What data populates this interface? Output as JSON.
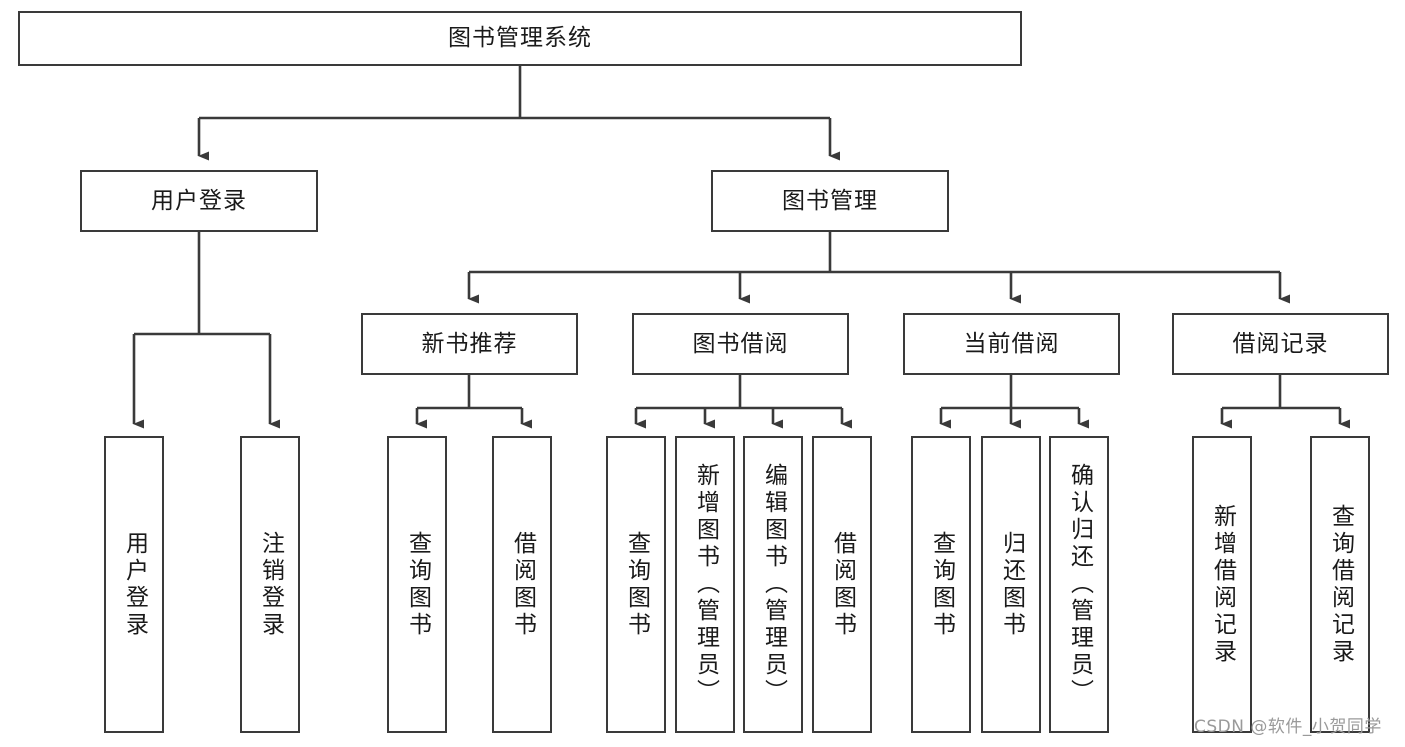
{
  "diagram": {
    "title": "图书管理系统",
    "type": "tree-hierarchy-chart",
    "root": {
      "label": "图书管理系统"
    },
    "level2": [
      {
        "label": "用户登录"
      },
      {
        "label": "图书管理"
      }
    ],
    "level3": [
      {
        "label": "新书推荐"
      },
      {
        "label": "图书借阅"
      },
      {
        "label": "当前借阅"
      },
      {
        "label": "借阅记录"
      }
    ],
    "leaves": {
      "user_login": [
        {
          "label": "用户登录"
        },
        {
          "label": "注销登录"
        }
      ],
      "new_book_recommend": [
        {
          "label": "查询图书"
        },
        {
          "label": "借阅图书"
        }
      ],
      "book_borrow": [
        {
          "label": "查询图书"
        },
        {
          "label": "新增图书（管理员）"
        },
        {
          "label": "编辑图书（管理员）"
        },
        {
          "label": "借阅图书"
        }
      ],
      "current_borrow": [
        {
          "label": "查询图书"
        },
        {
          "label": "归还图书"
        },
        {
          "label": "确认归还（管理员）"
        }
      ],
      "borrow_record": [
        {
          "label": "新增借阅记录"
        },
        {
          "label": "查询借阅记录"
        }
      ]
    },
    "watermark": "CSDN @软件_小贺同学",
    "colors": {
      "stroke": "#3a3a3a",
      "fill": "#ffffff",
      "text": "#1a1a1a",
      "watermark": "#9a9a9a"
    }
  }
}
